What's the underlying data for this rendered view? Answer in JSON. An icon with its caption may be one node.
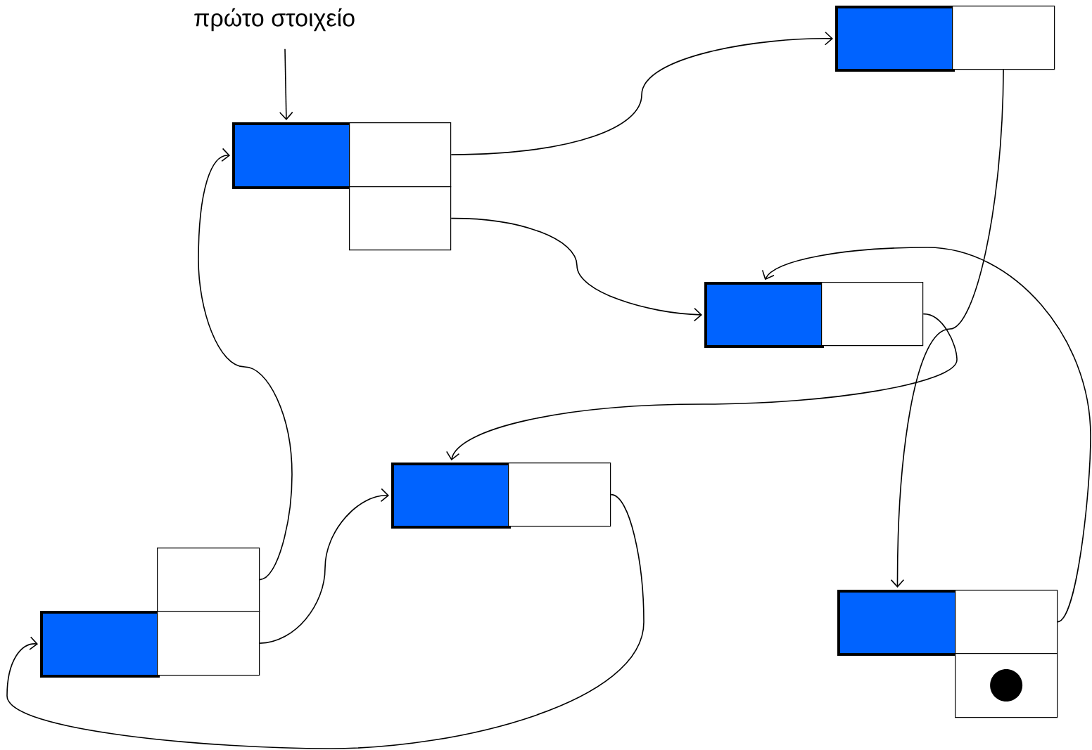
{
  "diagram": {
    "nodes": [
      {
        "text": [
          "πρώτο στοιχείο"
        ]
      },
      {
        "text": [],
        "shape": "box"
      },
      {
        "text": [],
        "shape": "box"
      },
      {
        "text": [],
        "shape": "box"
      },
      {
        "text": [],
        "shape": "box"
      },
      {
        "text": [],
        "shape": "box"
      },
      {
        "text": [],
        "shape": "box"
      },
      {
        "text": [],
        "shape": "box"
      },
      {
        "text": [],
        "shape": "box"
      },
      {
        "text": [],
        "shape": "box"
      },
      {
        "text": [],
        "shape": "box"
      },
      {
        "text": [],
        "shape": "box"
      },
      {
        "text": [],
        "shape": "box"
      },
      {
        "text": [],
        "shape": "box"
      },
      {
        "text": [],
        "shape": "box"
      },
      {
        "text": [],
        "shape": "box"
      },
      {
        "text": [],
        "shape": "circle",
        "in": 15
      }
    ],
    "edges": [
      {
        "from": 0,
        "to": 1,
        "arrow": "to"
      },
      {
        "from": 2,
        "to": 4,
        "arrow": "to"
      },
      {
        "from": 3,
        "to": 6,
        "arrow": "to"
      },
      {
        "from": 5,
        "to": 13,
        "arrow": "to"
      },
      {
        "from": 7,
        "to": 8,
        "arrow": "to"
      },
      {
        "from": 9,
        "to": 10,
        "arrow": "to"
      },
      {
        "from": 11,
        "to": 1,
        "arrow": "to"
      },
      {
        "from": 12,
        "to": 8,
        "arrow": "to"
      },
      {
        "from": 14,
        "to": 6,
        "arrow": "to"
      }
    ]
  }
}
